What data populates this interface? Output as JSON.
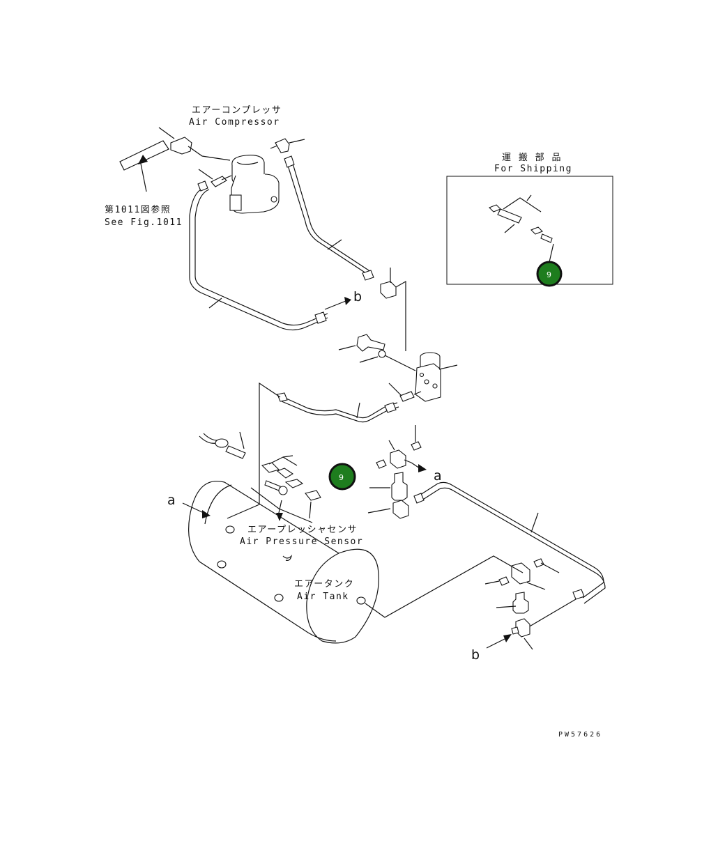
{
  "labels": {
    "compressor_jp": "エアーコンプレッサ",
    "compressor_en": "Air Compressor",
    "see_fig_jp": "第1011図参照",
    "see_fig_en": "See Fig.1011",
    "shipping_jp": "運 搬 部 品",
    "shipping_en": "For Shipping",
    "sensor_jp": "エアープレッシャセンサ",
    "sensor_en": "Air Pressure Sensor",
    "tank_jp": "エアータンク",
    "tank_en": "Air Tank",
    "ref_a": "a",
    "ref_b": "b",
    "drawing_code": "PW57626"
  },
  "hotspots": [
    {
      "label": "9",
      "color": "#1e7d1e"
    },
    {
      "label": "9",
      "color": "#1e7d1e"
    }
  ]
}
